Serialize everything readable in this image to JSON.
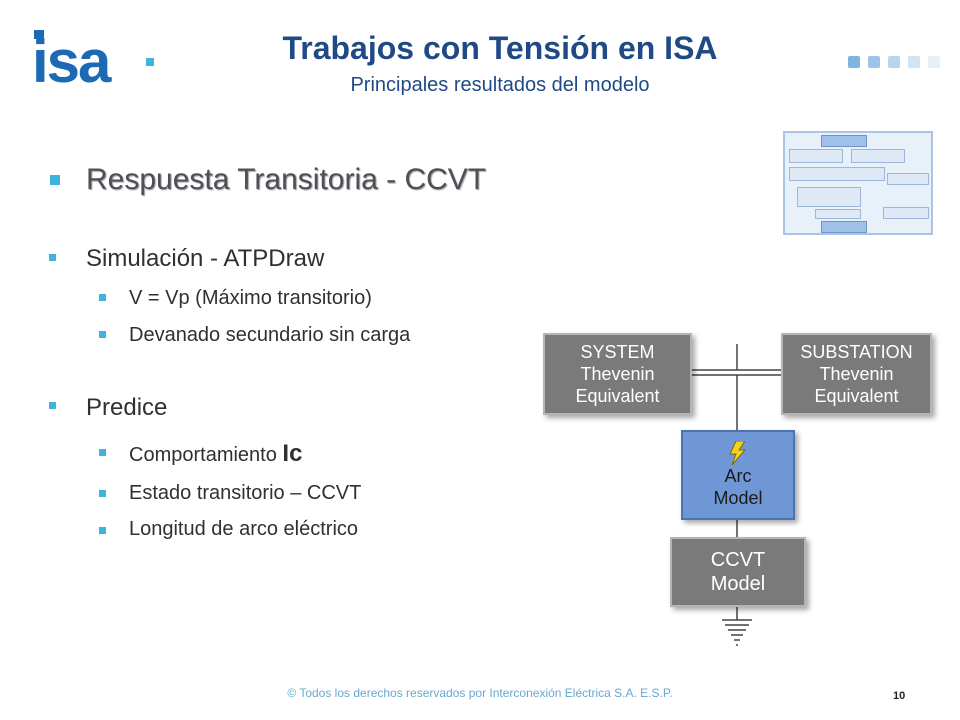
{
  "header": {
    "logo_text": "isa",
    "title": "Trabajos con Tensión en ISA",
    "subtitle": "Principales resultados del modelo",
    "dot_colors": [
      "#7fb3e0",
      "#9cc4e8",
      "#b8d5ee",
      "#d2e4f4",
      "#e6f0f9"
    ]
  },
  "thumbnail": {
    "icon": "flowchart-thumbnail-icon"
  },
  "content": {
    "main_heading": "Respuesta Transitoria - CCVT",
    "simulation": "Simulación  - ATPDraw",
    "sim_items": [
      "V = Vp (Máximo transitorio)",
      "Devanado secundario sin carga"
    ],
    "predict": "Predice",
    "pred_item1_prefix": "Comportamiento ",
    "pred_item1_bold": "Ic",
    "pred_items": [
      "Estado transitorio – CCVT",
      "Longitud de arco eléctrico"
    ]
  },
  "diagram": {
    "system_box": [
      "SYSTEM",
      "Thevenin",
      "Equivalent"
    ],
    "substation_box": [
      "SUBSTATION",
      "Thevenin",
      "Equivalent"
    ],
    "arc_box": [
      "Arc",
      "Model"
    ],
    "ccvt_box": [
      "CCVT",
      "Model"
    ],
    "arc_icon": "lightning-icon",
    "ground_icon": "ground-symbol-icon"
  },
  "footer": {
    "copyright": "© Todos los derechos reservados por Interconexión Eléctrica S.A. E.S.P.",
    "page_number": "10"
  },
  "colors": {
    "title": "#1f4a86",
    "bullet": "#3fb3df",
    "logo_blue": "#1c6ab4",
    "box_grey": "#7a7a7a",
    "arc_box": "#6f97d6"
  }
}
